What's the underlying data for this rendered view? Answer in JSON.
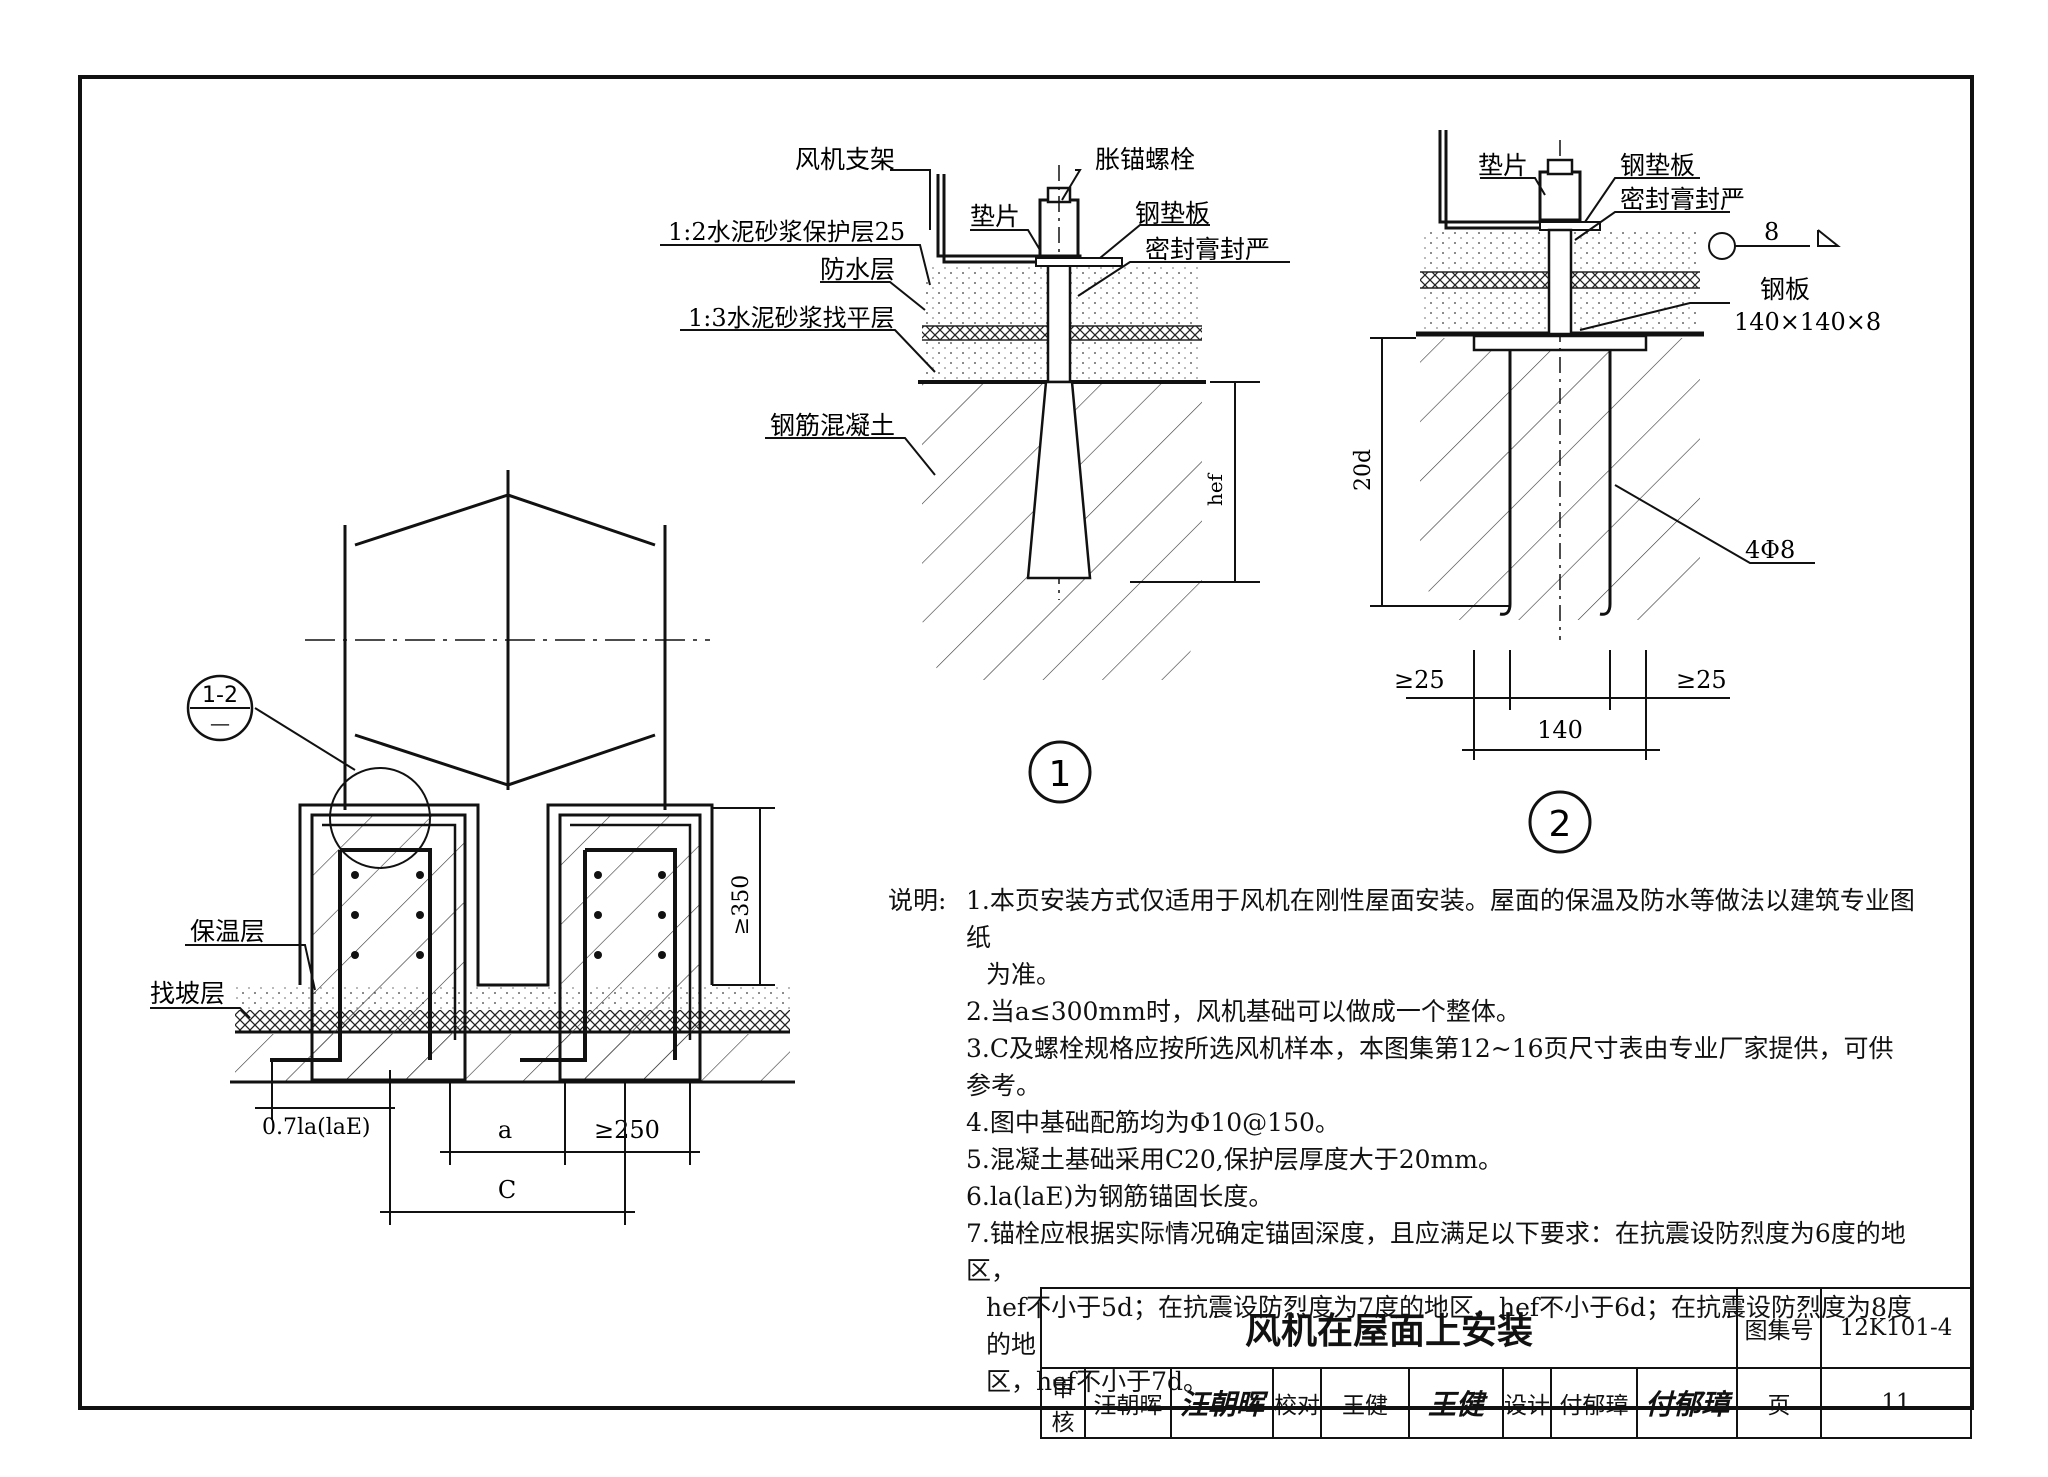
{
  "detail1": {
    "labels": {
      "fan_bracket": "风机支架",
      "expansion_bolt": "胀锚螺栓",
      "washer": "垫片",
      "steel_plate": "钢垫板",
      "sealant": "密封膏封严",
      "protect_layer": "1:2水泥砂浆保护层25",
      "waterproof": "防水层",
      "leveling": "1:3水泥砂浆找平层",
      "concrete": "钢筋混凝土",
      "hef": "hef"
    },
    "number": "1"
  },
  "detail2": {
    "labels": {
      "washer": "垫片",
      "steel_plate": "钢垫板",
      "sealant": "密封膏封严",
      "weld": "8",
      "plate": "钢板",
      "plate_size": "140×140×8",
      "depth": "20d",
      "rebar": "4Φ8",
      "edge_left": "≥25",
      "edge_right": "≥25",
      "width": "140"
    },
    "number": "2"
  },
  "main": {
    "callout_top": "1-2",
    "callout_bottom": "—",
    "insulation": "保温层",
    "slope": "找坡层",
    "height": "≥350",
    "anchor": "0.7la(laE)",
    "a": "a",
    "min250": "≥250",
    "c": "C"
  },
  "notes": {
    "label": "说明:",
    "items": [
      "1.本页安装方式仅适用于风机在刚性屋面安装。屋面的保温及防水等做法以建筑专业图纸",
      "为准。",
      "2.当a≤300mm时，风机基础可以做成一个整体。",
      "3.C及螺栓规格应按所选风机样本，本图集第12~16页尺寸表由专业厂家提供，可供参考。",
      "4.图中基础配筋均为Φ10@150。",
      "5.混凝土基础采用C20,保护层厚度大于20mm。",
      "6.la(laE)为钢筋锚固长度。",
      "7.锚栓应根据实际情况确定锚固深度，且应满足以下要求：在抗震设防烈度为6度的地区，",
      "hef不小于5d；在抗震设防烈度为7度的地区，hef不小于6d；在抗震设防烈度为8度的地",
      "区，hef不小于7d。"
    ]
  },
  "title_block": {
    "title": "风机在屋面上安装",
    "atlas_label": "图集号",
    "atlas_no": "12K101-4",
    "review_label": "审核",
    "reviewer": "汪朝晖",
    "reviewer_sig": "汪朝晖",
    "check_label": "校对",
    "checker": "王健",
    "checker_sig": "王健",
    "design_label": "设计",
    "designer": "付郁璋",
    "designer_sig": "付郁璋",
    "page_label": "页",
    "page_no": "11"
  }
}
